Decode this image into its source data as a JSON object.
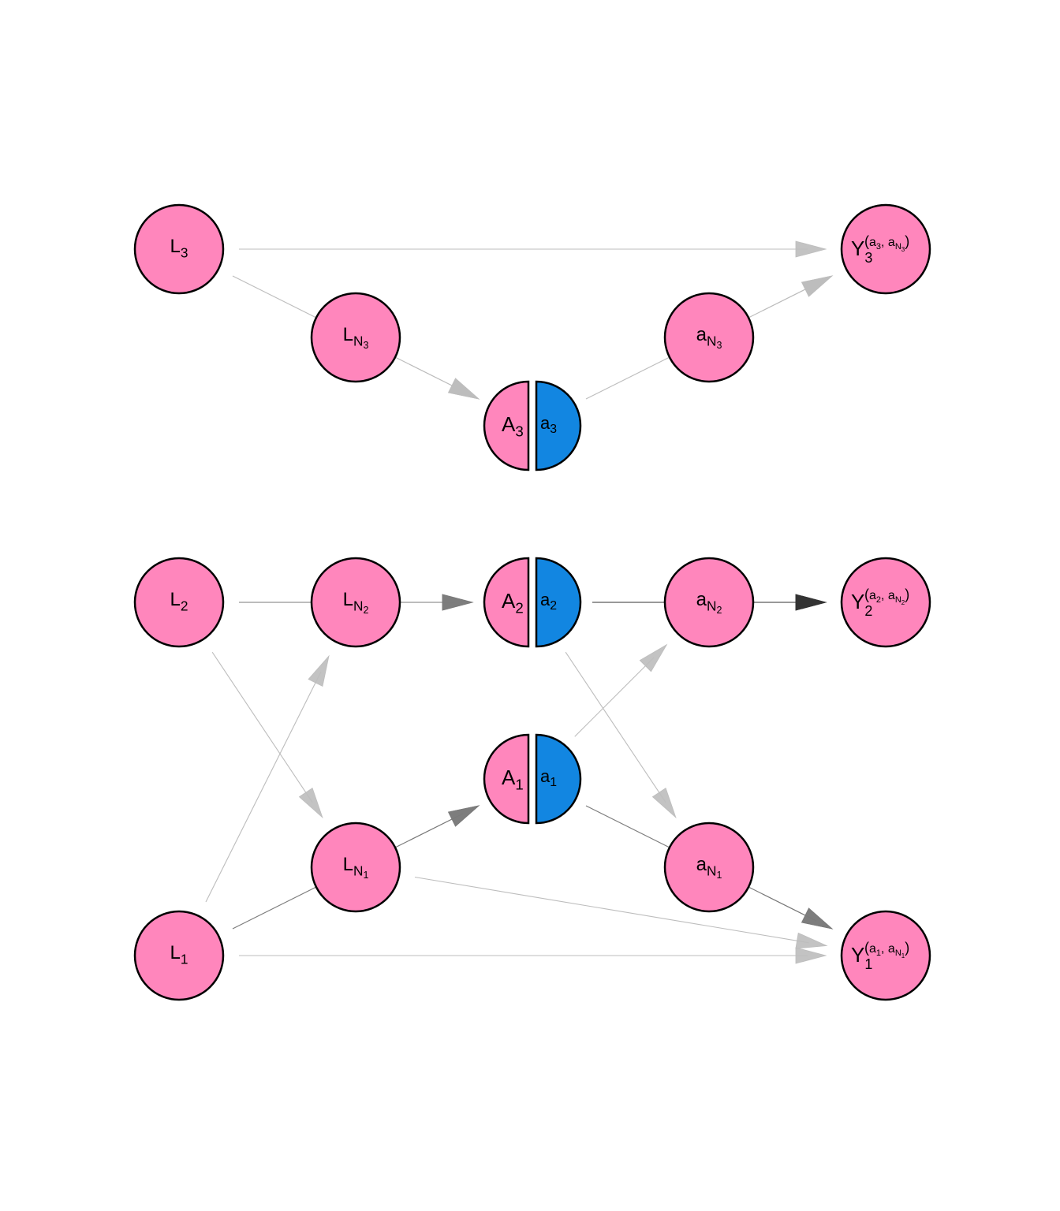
{
  "colors": {
    "node_fill": "#FF86BC",
    "split_fill": "#1286E1",
    "stroke": "#000000",
    "edge_light": "#BDBDBD",
    "edge_mid": "#7A7A7A",
    "edge_dark": "#333333"
  },
  "nodes": [
    {
      "id": "L3",
      "base": "L",
      "sub": "3"
    },
    {
      "id": "LN3",
      "base": "L",
      "sub": "N",
      "subsub": "3"
    },
    {
      "id": "A3",
      "base": "A",
      "sub": "3",
      "split": "a",
      "split_sub": "3"
    },
    {
      "id": "aN3",
      "base": "a",
      "sub": "N",
      "subsub": "3"
    },
    {
      "id": "Y3",
      "base": "Y",
      "sub": "3",
      "sup_a": "a",
      "sup_a_sub": "3",
      "sup_n": "a",
      "sup_n_sub": "N",
      "sup_n_subsub": "3"
    },
    {
      "id": "L2",
      "base": "L",
      "sub": "2"
    },
    {
      "id": "LN2",
      "base": "L",
      "sub": "N",
      "subsub": "2"
    },
    {
      "id": "A2",
      "base": "A",
      "sub": "2",
      "split": "a",
      "split_sub": "2"
    },
    {
      "id": "aN2",
      "base": "a",
      "sub": "N",
      "subsub": "2"
    },
    {
      "id": "Y2",
      "base": "Y",
      "sub": "2",
      "sup_a": "a",
      "sup_a_sub": "2",
      "sup_n": "a",
      "sup_n_sub": "N",
      "sup_n_subsub": "2"
    },
    {
      "id": "A1",
      "base": "A",
      "sub": "1",
      "split": "a",
      "split_sub": "1"
    },
    {
      "id": "LN1",
      "base": "L",
      "sub": "N",
      "subsub": "1"
    },
    {
      "id": "aN1",
      "base": "a",
      "sub": "N",
      "subsub": "1"
    },
    {
      "id": "L1",
      "base": "L",
      "sub": "1"
    },
    {
      "id": "Y1",
      "base": "Y",
      "sub": "1",
      "sup_a": "a",
      "sup_a_sub": "1",
      "sup_n": "a",
      "sup_n_sub": "N",
      "sup_n_subsub": "1"
    }
  ],
  "edges": [
    {
      "from": "L3",
      "to": "Y3",
      "shade": "light"
    },
    {
      "from": "L3",
      "to": "A3",
      "shade": "light"
    },
    {
      "from": "LN3",
      "to": "A3",
      "shade": "light"
    },
    {
      "from": "A3",
      "to": "Y3",
      "shade": "light"
    },
    {
      "from": "aN3",
      "to": "Y3",
      "shade": "light"
    },
    {
      "from": "L2",
      "to": "A2",
      "shade": "mid"
    },
    {
      "from": "LN2",
      "to": "A2",
      "shade": "mid"
    },
    {
      "from": "A2",
      "to": "Y2",
      "shade": "dark"
    },
    {
      "from": "aN2",
      "to": "Y2",
      "shade": "dark"
    },
    {
      "from": "L2",
      "to": "LN1",
      "shade": "light"
    },
    {
      "from": "L1",
      "to": "LN2",
      "shade": "light"
    },
    {
      "from": "A2",
      "to": "aN1",
      "shade": "light"
    },
    {
      "from": "A1",
      "to": "aN2",
      "shade": "light"
    },
    {
      "from": "L1",
      "to": "A1",
      "shade": "mid"
    },
    {
      "from": "LN1",
      "to": "A1",
      "shade": "mid"
    },
    {
      "from": "LN1",
      "to": "Y1",
      "shade": "light"
    },
    {
      "from": "A1",
      "to": "Y1",
      "shade": "mid"
    },
    {
      "from": "aN1",
      "to": "Y1",
      "shade": "mid"
    },
    {
      "from": "L1",
      "to": "Y1",
      "shade": "light"
    }
  ]
}
